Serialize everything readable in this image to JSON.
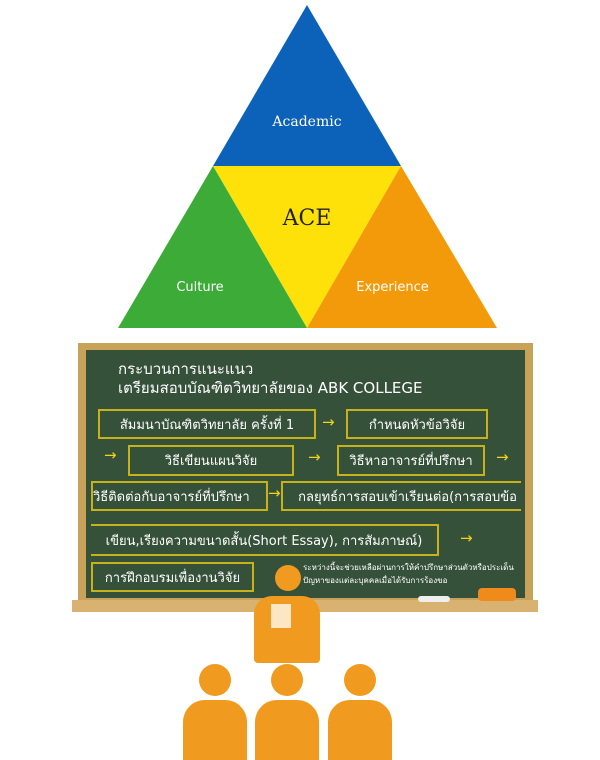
{
  "pyramid": {
    "top": "Academic",
    "center": "ACE",
    "left": "Culture",
    "right": "Experience",
    "colors": {
      "blue": "#0b62b8",
      "yellow": "#ffe10a",
      "green": "#3cab38",
      "orange": "#f29a0a"
    }
  },
  "board": {
    "title_line1": "กระบวนการแนะแนว",
    "title_line2": "เตรียมสอบบัณฑิตวิทยาลัยของ ABK COLLEGE",
    "steps": [
      "สัมมนาบัณฑิตวิทยาลัย ครั้งที่ 1",
      "กำหนดหัวข้อวิจัย",
      "วิธีเขียนแผนวิจัย",
      "วิธีหาอาจารย์ที่ปรึกษา",
      "วิธีติดต่อกับอาจารย์ที่ปรึกษา",
      "กลยุทธ์การสอบเข้าเรียนต่อ(การสอบข้อ",
      "เขียน,เรียงความขนาดสั้น(Short Essay), การสัมภาษณ์)",
      "การฝึกอบรมเพื่องานวิจัย"
    ],
    "arrow": "→",
    "note_line1": "ระหว่างนี้จะช่วยเหลือผ่านการให้คำปรึกษาส่วนตัวหรือประเด็น",
    "note_line2": "ปัญหาของแต่ละบุคคลเมื่อได้รับการร้องขอ"
  }
}
